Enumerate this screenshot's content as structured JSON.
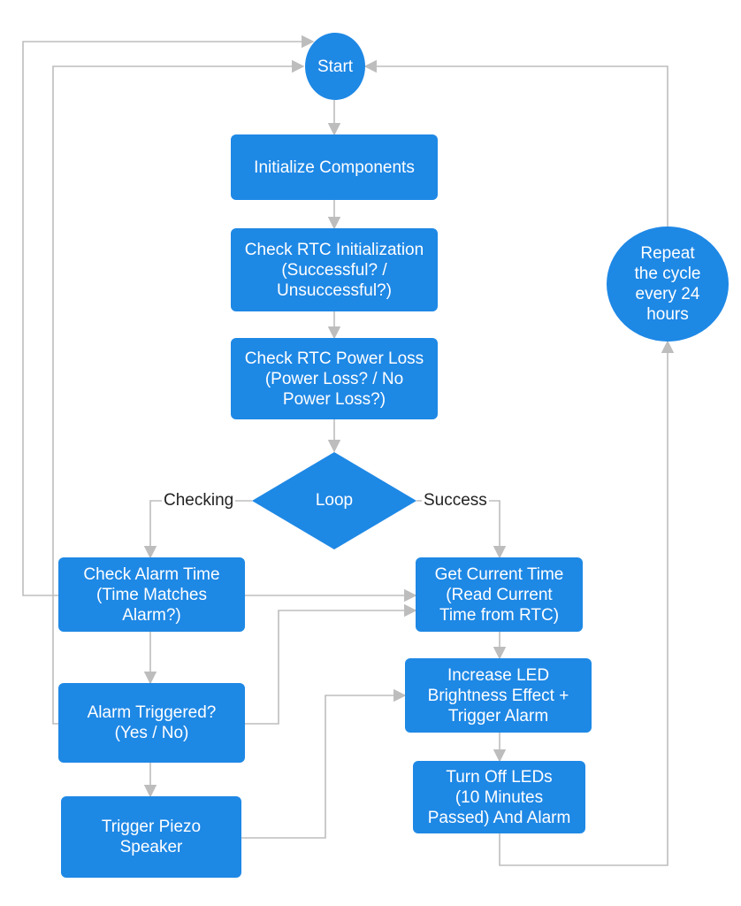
{
  "colors": {
    "node_fill": "#1e88e5",
    "node_text": "#ffffff",
    "connector": "#bdbdbd",
    "label_text": "#222222"
  },
  "nodes": {
    "start": "Start",
    "init": "Initialize Components",
    "rtc_init": "Check RTC Initialization\n(Successful? /\nUnsuccessful?)",
    "power_loss": "Check RTC Power Loss\n(Power Loss? / No\nPower Loss?)",
    "loop": "Loop",
    "check_alarm": "Check Alarm Time\n(Time Matches\nAlarm?)",
    "alarm_triggered": "Alarm Triggered?\n(Yes / No)",
    "trigger_piezo": "Trigger Piezo\nSpeaker",
    "get_time": "Get Current Time\n(Read Current\nTime from RTC)",
    "increase_led": "Increase LED\nBrightness Effect +\nTrigger Alarm",
    "turn_off": "Turn Off LEDs\n(10 Minutes\nPassed) And Alarm",
    "repeat": "Repeat\nthe cycle\nevery 24\nhours"
  },
  "edge_labels": {
    "checking": "Checking",
    "success": "Success"
  }
}
